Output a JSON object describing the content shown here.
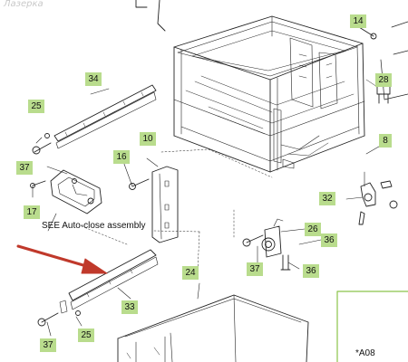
{
  "watermark": "Лазерка",
  "parts": {
    "p14": "14",
    "p34": "34",
    "p28": "28",
    "p25a": "25",
    "p10": "10",
    "p8": "8",
    "p37a": "37",
    "p16": "16",
    "p17": "17",
    "p32": "32",
    "p26": "26",
    "p36a": "36",
    "p37b": "37",
    "p36b": "36",
    "p24": "24",
    "p33": "33",
    "p37c": "37",
    "p25b": "25"
  },
  "notes": {
    "auto_close": "SEE Auto-close assembly",
    "ref_code": "*A08"
  },
  "colors": {
    "callout_bg": "#b9dc8d",
    "arrow": "#c0392b",
    "inset_border": "#8bc34a"
  }
}
